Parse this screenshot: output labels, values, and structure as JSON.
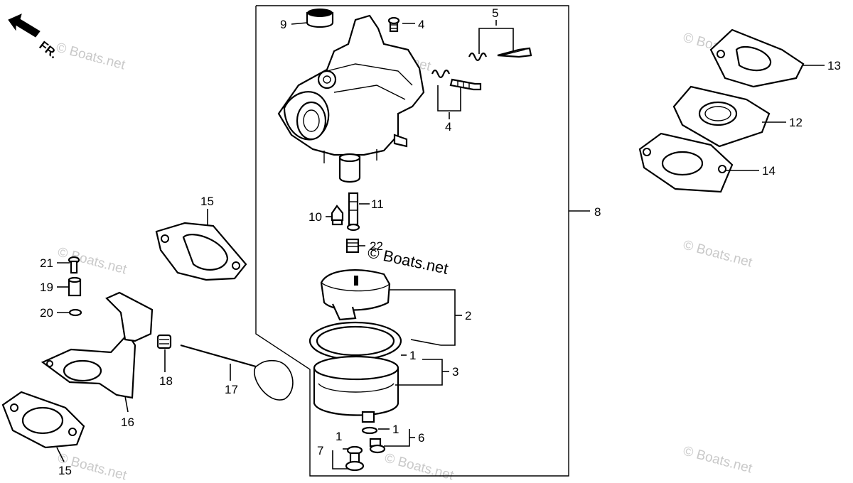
{
  "direction_label": "FR.",
  "watermark_text": "© Boats.net",
  "center_watermark": "© Boats.net",
  "callouts": {
    "c1a": "1",
    "c1b": "1",
    "c1c": "1",
    "c2": "2",
    "c3": "3",
    "c4a": "4",
    "c4b": "4",
    "c5": "5",
    "c6": "6",
    "c7": "7",
    "c8": "8",
    "c9": "9",
    "c10": "10",
    "c11": "11",
    "c12": "12",
    "c13": "13",
    "c14": "14",
    "c15a": "15",
    "c15b": "15",
    "c16": "16",
    "c17": "17",
    "c18": "18",
    "c19": "19",
    "c20": "20",
    "c21": "21",
    "c22": "22"
  },
  "colors": {
    "ink": "#000000",
    "watermark": "#c9c9c9",
    "background": "#ffffff"
  }
}
